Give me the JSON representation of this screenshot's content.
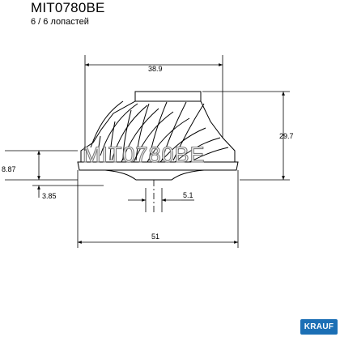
{
  "header": {
    "part_number": "MIT0780BE",
    "blades": "6 / 6 лопастей"
  },
  "dimensions": {
    "top_width": "38.9",
    "height": "29.7",
    "hub_height": "8.87",
    "base_offset": "3.85",
    "bore": "5.1",
    "outer_diameter": "51"
  },
  "watermark": "MIT0780BE",
  "brand": {
    "logo_text": "KRAUF",
    "color": "#1b6fb5"
  }
}
